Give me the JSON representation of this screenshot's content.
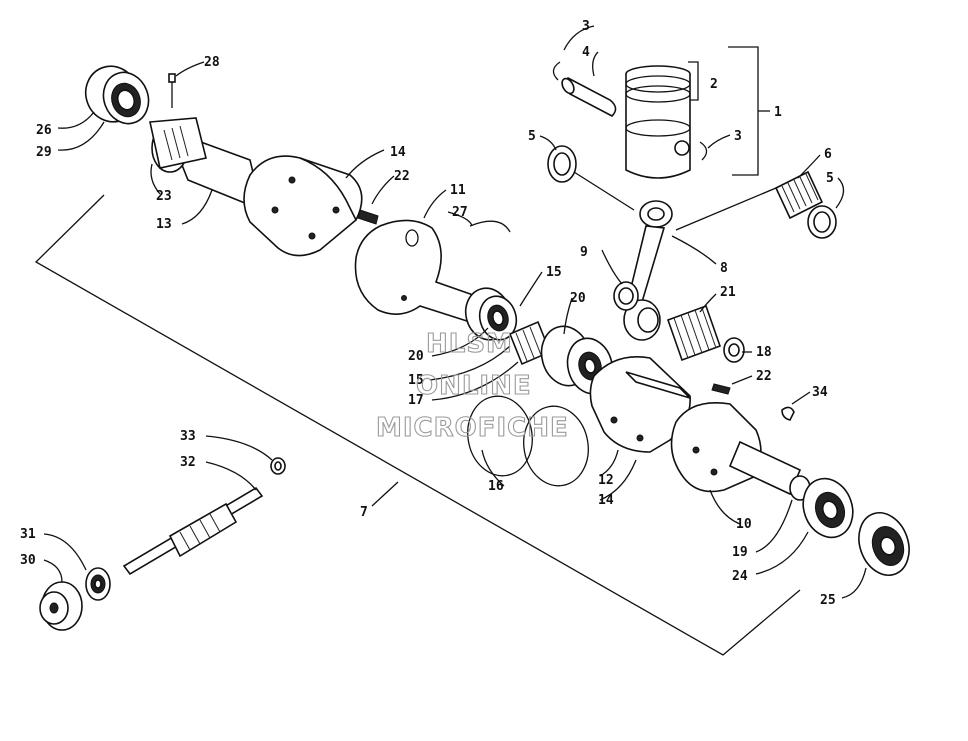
{
  "callouts": {
    "c1": "1",
    "c2": "2",
    "c3a": "3",
    "c3b": "3",
    "c4": "4",
    "c5a": "5",
    "c5b": "5",
    "c6": "6",
    "c7": "7",
    "c8": "8",
    "c9": "9",
    "c10": "10",
    "c11": "11",
    "c12": "12",
    "c13": "13",
    "c14a": "14",
    "c14b": "14",
    "c15a": "15",
    "c15b": "15",
    "c16": "16",
    "c17": "17",
    "c18": "18",
    "c19": "19",
    "c20a": "20",
    "c20b": "20",
    "c21": "21",
    "c22a": "22",
    "c22b": "22",
    "c23": "23",
    "c24": "24",
    "c25": "25",
    "c26": "26",
    "c27": "27",
    "c28": "28",
    "c29": "29",
    "c30": "30",
    "c31": "31",
    "c32": "32",
    "c33": "33",
    "c34": "34"
  },
  "watermark": {
    "line1": "HLSM",
    "line2": "ONLINE",
    "line3": "MICROFICHE"
  }
}
